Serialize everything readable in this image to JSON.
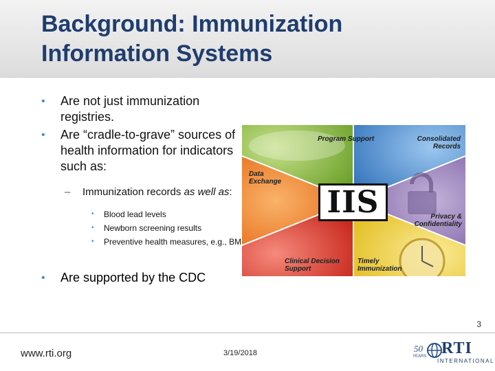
{
  "slide": {
    "title": "Background: Immunization Information Systems",
    "bullets": [
      "Are not just immunization registries.",
      "Are “cradle-to-grave” sources of health information for indicators such as:"
    ],
    "sub_bullet": {
      "text": "Immunization records ",
      "emphasis": "as well as",
      "suffix": ":"
    },
    "sub_sub_bullets": [
      "Blood lead levels",
      "Newborn screening results",
      "Preventive health measures, e.g., BMI."
    ],
    "last_bullet": "Are supported by the CDC",
    "bullet_marker": "•",
    "dash_marker": "–"
  },
  "iis_graphic": {
    "center": "IIS",
    "labels": {
      "program_support": "Program Support",
      "consolidated_records": "Consolidated Records",
      "data_exchange": "Data Exchange",
      "privacy": "Privacy & Confidentiality",
      "clinical": "Clinical Decision Support",
      "timely": "Timely Immunization"
    },
    "colors": {
      "green": "#8dbb3e",
      "blue": "#4e8fd0",
      "orange": "#f07a1e",
      "purple": "#8f74b0",
      "red": "#e23b2e",
      "yellow": "#eecf3c"
    }
  },
  "footer": {
    "page_number": "3",
    "url": "www.rti.org",
    "date": "3/19/2018",
    "logo_text": "RTI",
    "logo_sub": "INTERNATIONAL",
    "logo_years": "50",
    "logo_years_word": "YEARS"
  }
}
